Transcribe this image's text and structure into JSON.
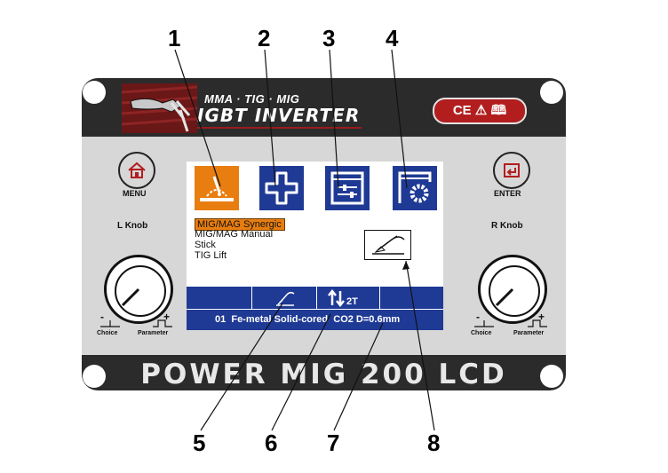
{
  "callouts": [
    "1",
    "2",
    "3",
    "4",
    "5",
    "6",
    "7",
    "8"
  ],
  "brand": {
    "line1": "MMA · TIG · MIG",
    "line2": "IGBT INVERTER",
    "badge": "CE ⚠ 🕮"
  },
  "model_name": "POWER MIG 200 LCD",
  "left_controls": {
    "menu_label": "MENU",
    "knob_label": "L Knob",
    "knob_minus": "-",
    "knob_plus": "+",
    "choice_label": "Choice",
    "parameter_label": "Parameter"
  },
  "right_controls": {
    "enter_label": "ENTER",
    "knob_label": "R Knob",
    "knob_minus": "-",
    "knob_plus": "+",
    "choice_label": "Choice",
    "parameter_label": "Parameter"
  },
  "screen": {
    "icons": [
      "welding-mode-icon",
      "function-icon",
      "parameter-adjust-icon",
      "settings-icon"
    ],
    "active_icon": "welding-mode-icon",
    "menu_items": [
      "MIG/MAG Synergic",
      "MIG/MAG Manual",
      "Stick",
      "TIG Lift"
    ],
    "selected_index": 0,
    "status_trigger": "2T",
    "info_text": "01  Fe-metal Solid-cored  CO2 D=0.6mm"
  },
  "colors": {
    "panel_dark": "#2b2b2b",
    "panel_gray": "#d7d7d7",
    "accent_orange": "#e87d10",
    "screen_blue": "#1f3a95",
    "brand_red": "#b21e1e"
  }
}
